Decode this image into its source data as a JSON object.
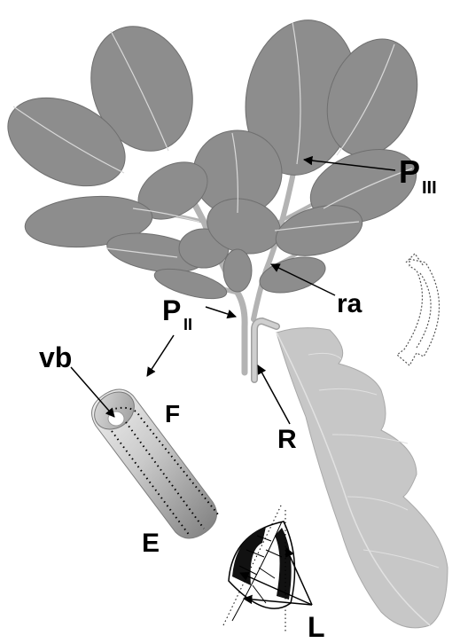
{
  "labels": {
    "p3_main": "P",
    "p3_sub": "III",
    "ra": "ra",
    "p2_main": "P",
    "p2_sub": "II",
    "vb": "vb",
    "f": "F",
    "r": "R",
    "e": "E",
    "l": "L"
  },
  "colors": {
    "leaf_dark": "#8a8a8a",
    "leaf_light": "#c4c4c4",
    "stem": "#b9b9b9",
    "vein": "#e6e6e6",
    "cylinder_light": "#e0e0e0",
    "cylinder_dark": "#8c8c8c",
    "ink": "#000000"
  },
  "icons": {
    "rotation": "double-headed-curved-dotted-arrow-icon"
  }
}
